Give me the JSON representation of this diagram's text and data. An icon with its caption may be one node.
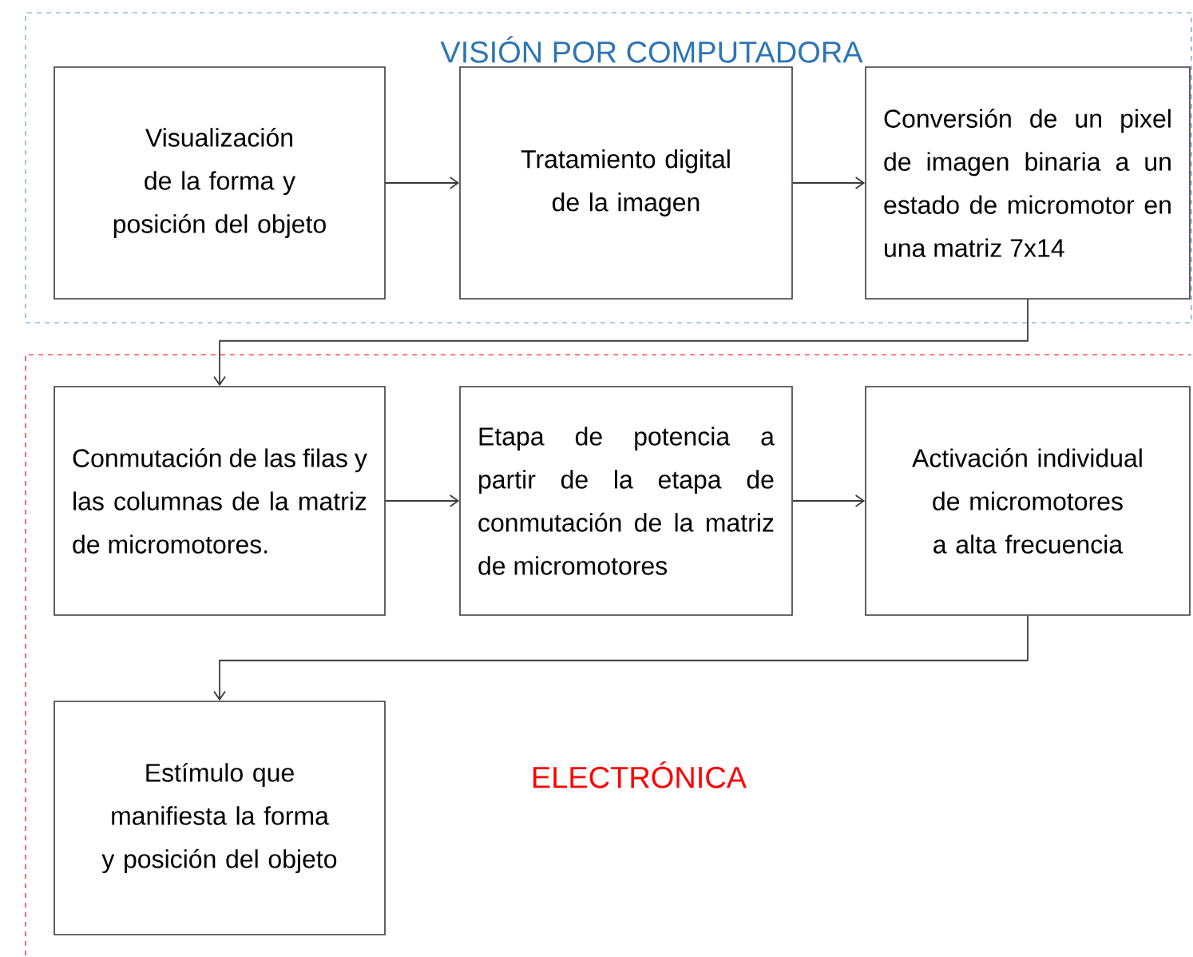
{
  "diagram": {
    "nodes": [
      {
        "text": [
          "VISIÓN POR COMPUTADORA"
        ]
      },
      {
        "text": [
          "Visualización de la forma y posición del objeto"
        ],
        "in": 0
      },
      {
        "text": [
          "Tratamiento digital de la imagen"
        ],
        "in": 0
      },
      {
        "text": [
          "Conversión de un pixel de imagen binaria a un estado de micromotor en una matriz 7x14"
        ],
        "in": 0
      },
      {
        "text": [
          "ELECTRÓNICA"
        ]
      },
      {
        "text": [
          "Conmutación de las filas y las columnas de la matriz de micromotores."
        ],
        "in": 4
      },
      {
        "text": [
          "Etapa de potencia a partir de la etapa de conmutación de la matriz de micromotores"
        ],
        "in": 4
      },
      {
        "text": [
          "Activación individual de micromotores a alta frecuencia"
        ],
        "in": 4
      },
      {
        "text": [
          "Estímulo que manifiesta la forma y posición del objeto"
        ],
        "in": 4
      }
    ],
    "edges": [
      {
        "from": 1,
        "to": 2,
        "arrow": "to"
      },
      {
        "from": 2,
        "to": 3,
        "arrow": "to"
      },
      {
        "from": 3,
        "to": 5,
        "arrow": "to"
      },
      {
        "from": 5,
        "to": 6,
        "arrow": "to"
      },
      {
        "from": 6,
        "to": 7,
        "arrow": "to"
      },
      {
        "from": 7,
        "to": 8,
        "arrow": "to"
      }
    ]
  }
}
